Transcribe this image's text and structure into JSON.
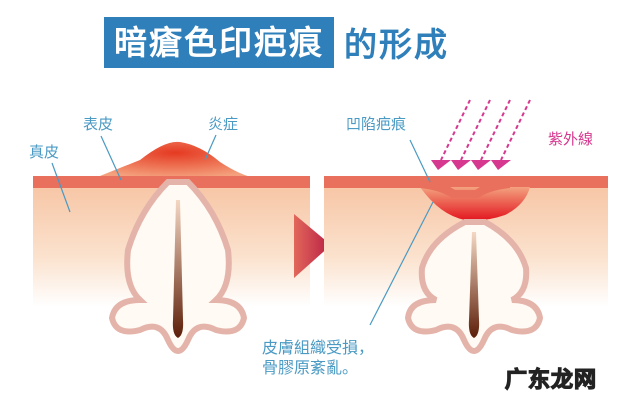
{
  "title": {
    "highlighted": "暗瘡色印疤痕",
    "rest": "的形成",
    "box_color": "#2e7fba"
  },
  "left_panel": {
    "labels": {
      "dermis": "真皮",
      "epidermis": "表皮",
      "inflammation": "炎症"
    }
  },
  "right_panel": {
    "labels": {
      "depressed_scar": "凹陷疤痕",
      "uv": "紫外線"
    },
    "caption": {
      "line1": "皮膚組織受損，",
      "line2": "骨膠原紊亂。"
    }
  },
  "arrow": "next-stage-arrow",
  "colors": {
    "epidermis": "#e8705c",
    "dermis_top": "#f6c8a8",
    "inflammation": "#e9472f",
    "follicle_outline": "#e4b4aa",
    "hair": "#6b2a10",
    "label_blue": "#4a9ac4",
    "uv_magenta": "#d6378f",
    "arrow": "#c9344f"
  },
  "watermark": "广东龙网"
}
